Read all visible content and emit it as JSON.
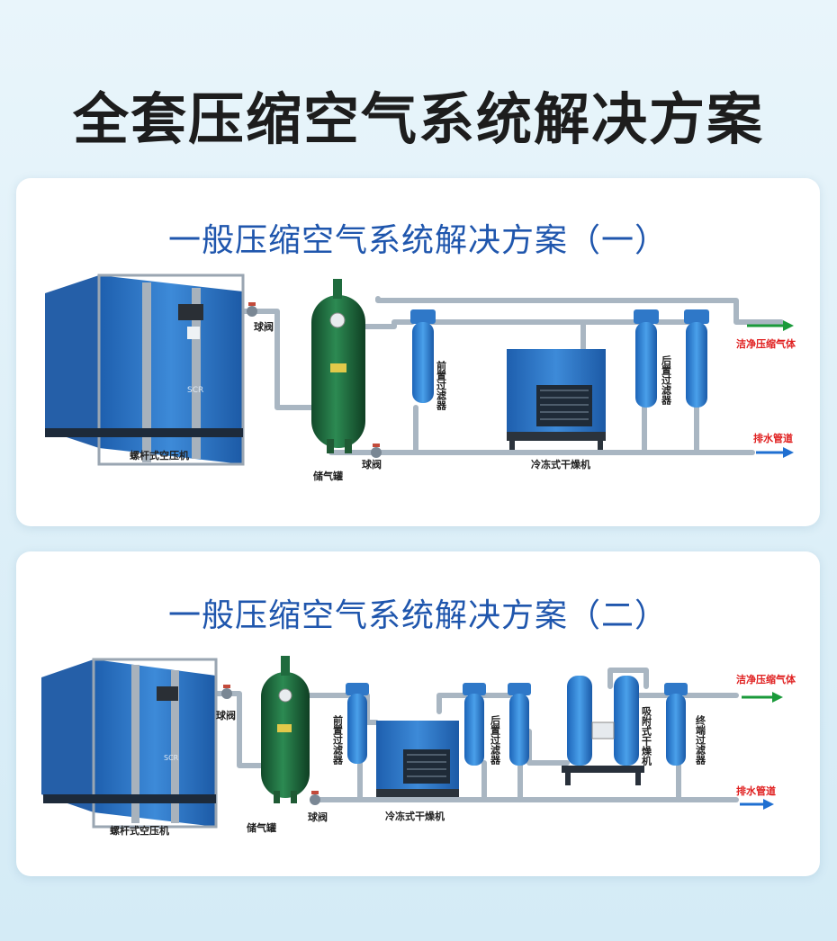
{
  "page_title": "全套压缩空气系统解决方案",
  "scheme1": {
    "title": "一般压缩空气系统解决方案（一）",
    "labels": {
      "compressor": "螺杆式空压机",
      "valve_1": "球阀",
      "tank": "储气罐",
      "valve_2": "球阀",
      "pre_filter": "前置过滤器",
      "dryer": "冷冻式干燥机",
      "post_filter": "后置过滤器",
      "clean_air": "洁净压缩气体",
      "drain": "排水管道"
    }
  },
  "scheme2": {
    "title": "一般压缩空气系统解决方案（二）",
    "labels": {
      "compressor": "螺杆式空压机",
      "valve_1": "球阀",
      "tank": "储气罐",
      "valve_2": "球阀",
      "pre_filter": "前置过滤器",
      "dryer": "冷冻式干燥机",
      "post_filter": "后置过滤器",
      "adsorption_dryer": "吸附式干燥机",
      "terminal_filter": "终端过滤器",
      "clean_air": "洁净压缩气体",
      "drain": "排水管道"
    }
  },
  "colors": {
    "title_blue": "#1f56ad",
    "label_red": "#e02020",
    "equipment_blue": "#2f78c8",
    "tank_green": "#1f6b3e",
    "pipe_gray": "#a9b6c2",
    "arrow_green": "#1a9a3a",
    "arrow_blue": "#1f6fd1"
  }
}
